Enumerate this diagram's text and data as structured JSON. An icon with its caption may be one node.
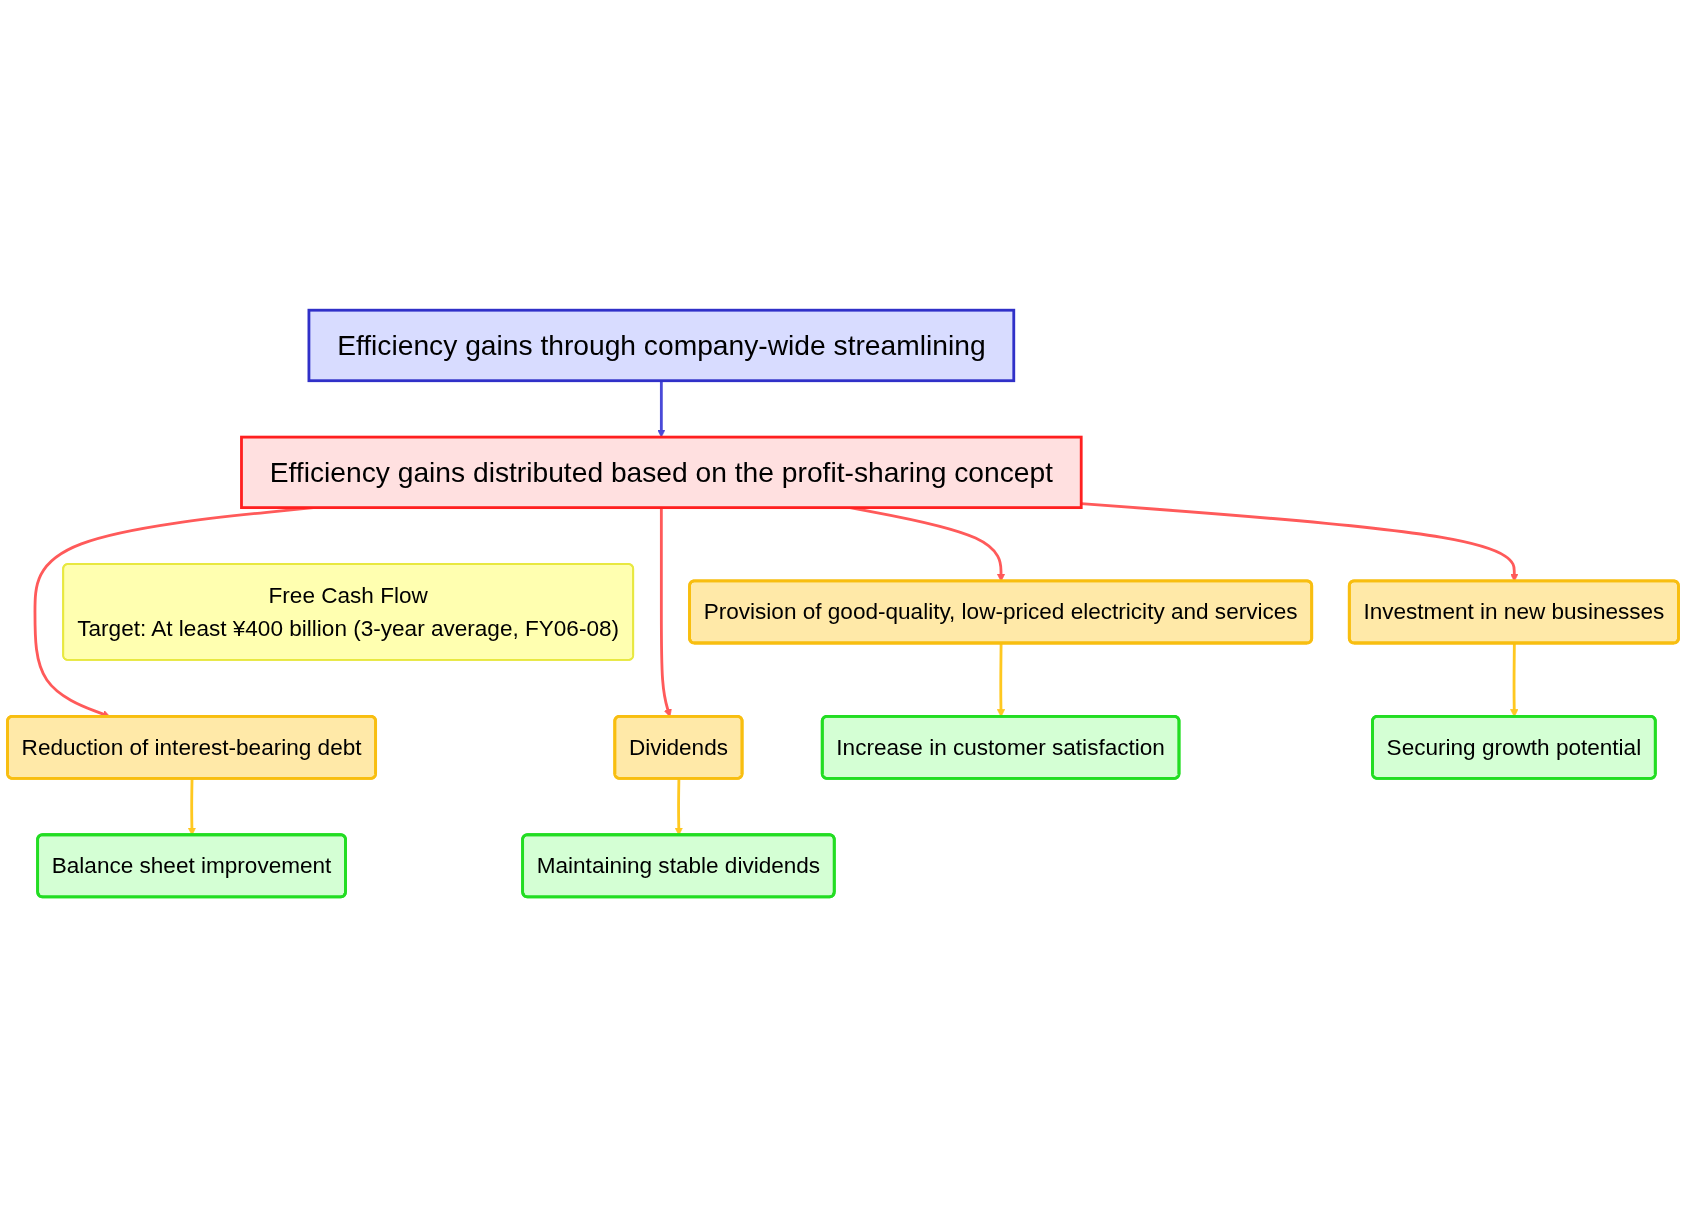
{
  "diagram": {
    "nodes": [
      {
        "text": [
          "Efficiency gains through company-wide streamlining"
        ]
      },
      {
        "text": [
          "Efficiency gains distributed based on the profit-sharing concept"
        ]
      },
      {
        "text": [
          "Free Cash Flow",
          "Target: At least ¥400 billion (3-year average, FY06-08)"
        ]
      },
      {
        "text": [
          "Provision of good-quality, low-priced electricity and services"
        ]
      },
      {
        "text": [
          "Reduction of interest-bearing debt"
        ]
      },
      {
        "text": [
          "Dividends"
        ]
      },
      {
        "text": [
          "Investment in new businesses"
        ]
      },
      {
        "text": [
          "Increase in customer satisfaction"
        ]
      },
      {
        "text": [
          "Balance sheet improvement"
        ]
      },
      {
        "text": [
          "Maintaining stable dividends"
        ]
      },
      {
        "text": [
          "Securing growth potential"
        ]
      }
    ],
    "edges": [
      {
        "from": 0,
        "to": 1,
        "arrow": "to",
        "color": "#4a4ad8"
      },
      {
        "from": 1,
        "to": 3,
        "arrow": "to",
        "color": "#ff5a5a"
      },
      {
        "from": 1,
        "to": 4,
        "arrow": "to",
        "color": "#ff5a5a"
      },
      {
        "from": 1,
        "to": 5,
        "arrow": "to",
        "color": "#ff5a5a"
      },
      {
        "from": 1,
        "to": 6,
        "arrow": "to",
        "color": "#ff5a5a"
      },
      {
        "from": 3,
        "to": 7,
        "arrow": "to",
        "color": "#ffc820"
      },
      {
        "from": 4,
        "to": 8,
        "arrow": "to",
        "color": "#ffc820"
      },
      {
        "from": 5,
        "to": 9,
        "arrow": "to",
        "color": "#ffc820"
      },
      {
        "from": 6,
        "to": 10,
        "arrow": "to",
        "color": "#ffc820"
      }
    ]
  }
}
